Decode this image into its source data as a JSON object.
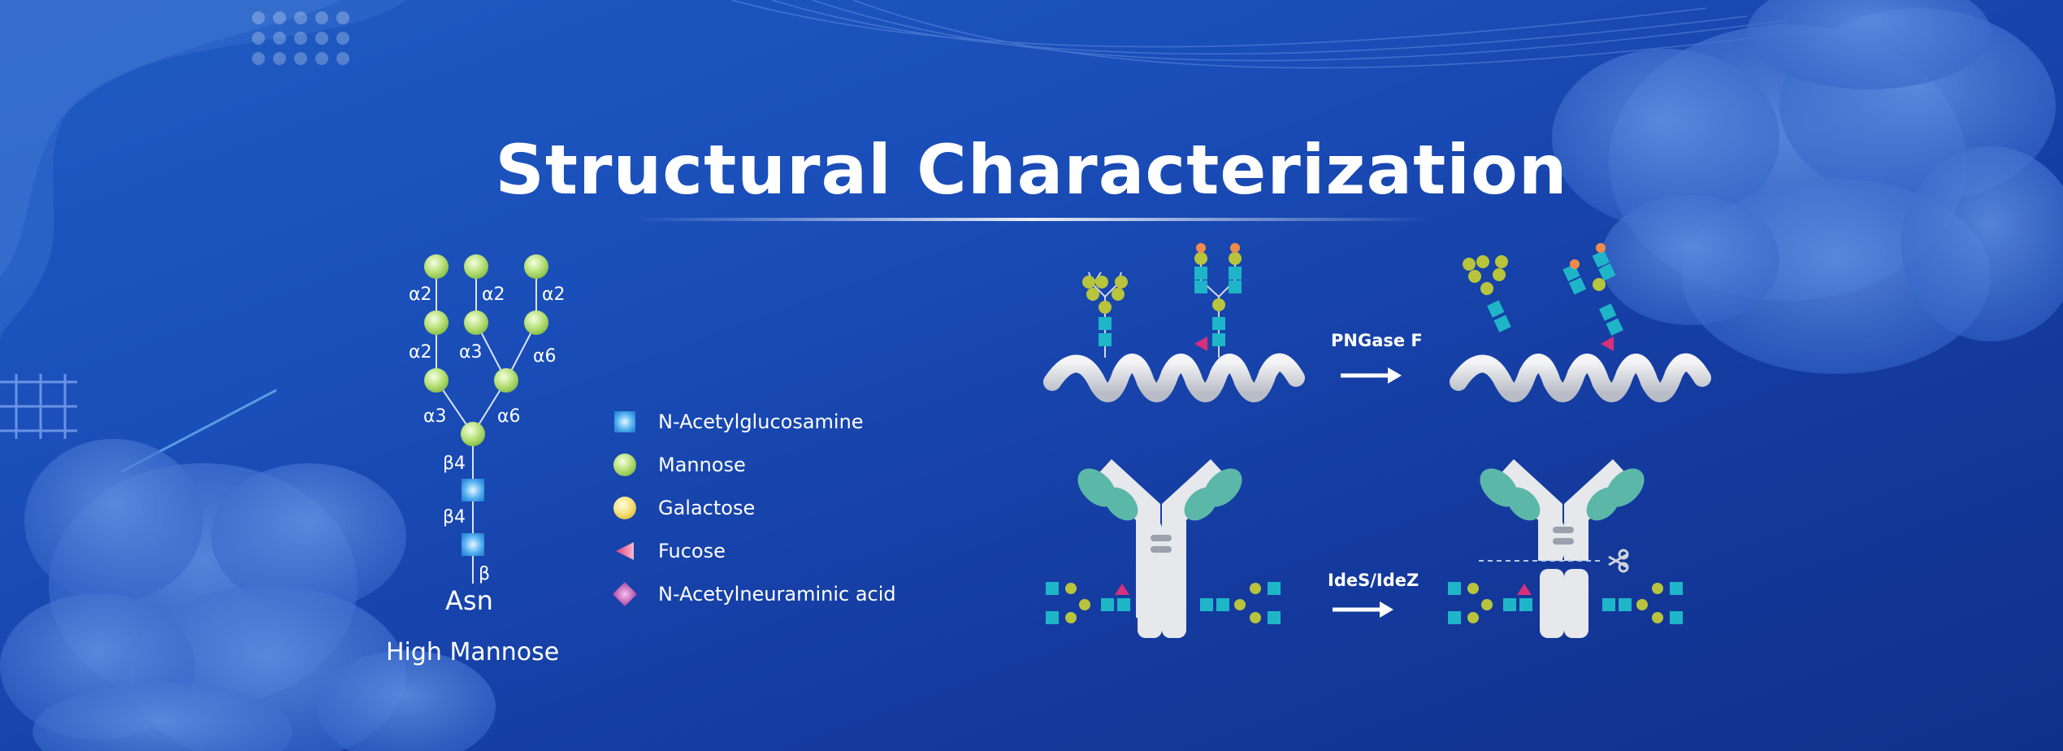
{
  "title": "Structural Characterization",
  "glycan": {
    "linkages": {
      "top_left": "α2",
      "top_mid": "α2",
      "top_right": "α2",
      "mid_left": "α2",
      "mid_mid": "α3",
      "mid_right": "α6",
      "low_left": "α3",
      "low_right": "α6",
      "core_b4_1": "β4",
      "core_b4_2": "β4",
      "core_b": "β"
    },
    "asn": "Asn",
    "name": "High Mannose"
  },
  "legend": [
    {
      "label": "N-Acetylglucosamine",
      "shape": "square",
      "color": "#3aa0f0"
    },
    {
      "label": "Mannose",
      "shape": "circle",
      "color": "#a8d86a"
    },
    {
      "label": "Galactose",
      "shape": "circle",
      "color": "#f3e07a"
    },
    {
      "label": "Fucose",
      "shape": "triangle",
      "color": "#e0408a"
    },
    {
      "label": "N-Acetylneuraminic acid",
      "shape": "diamond",
      "color": "#b0309a"
    }
  ],
  "enzymes": {
    "top": "PNGase F",
    "bottom": "IdeS/IdeZ"
  },
  "colors": {
    "glcnac": "#1fb5c8",
    "man_gal": "#b8c43c",
    "sialic": "#f08a4a",
    "fucose": "#d8307a",
    "antibody": "#e6e8ec",
    "fab_tip": "#5bb8a8"
  }
}
